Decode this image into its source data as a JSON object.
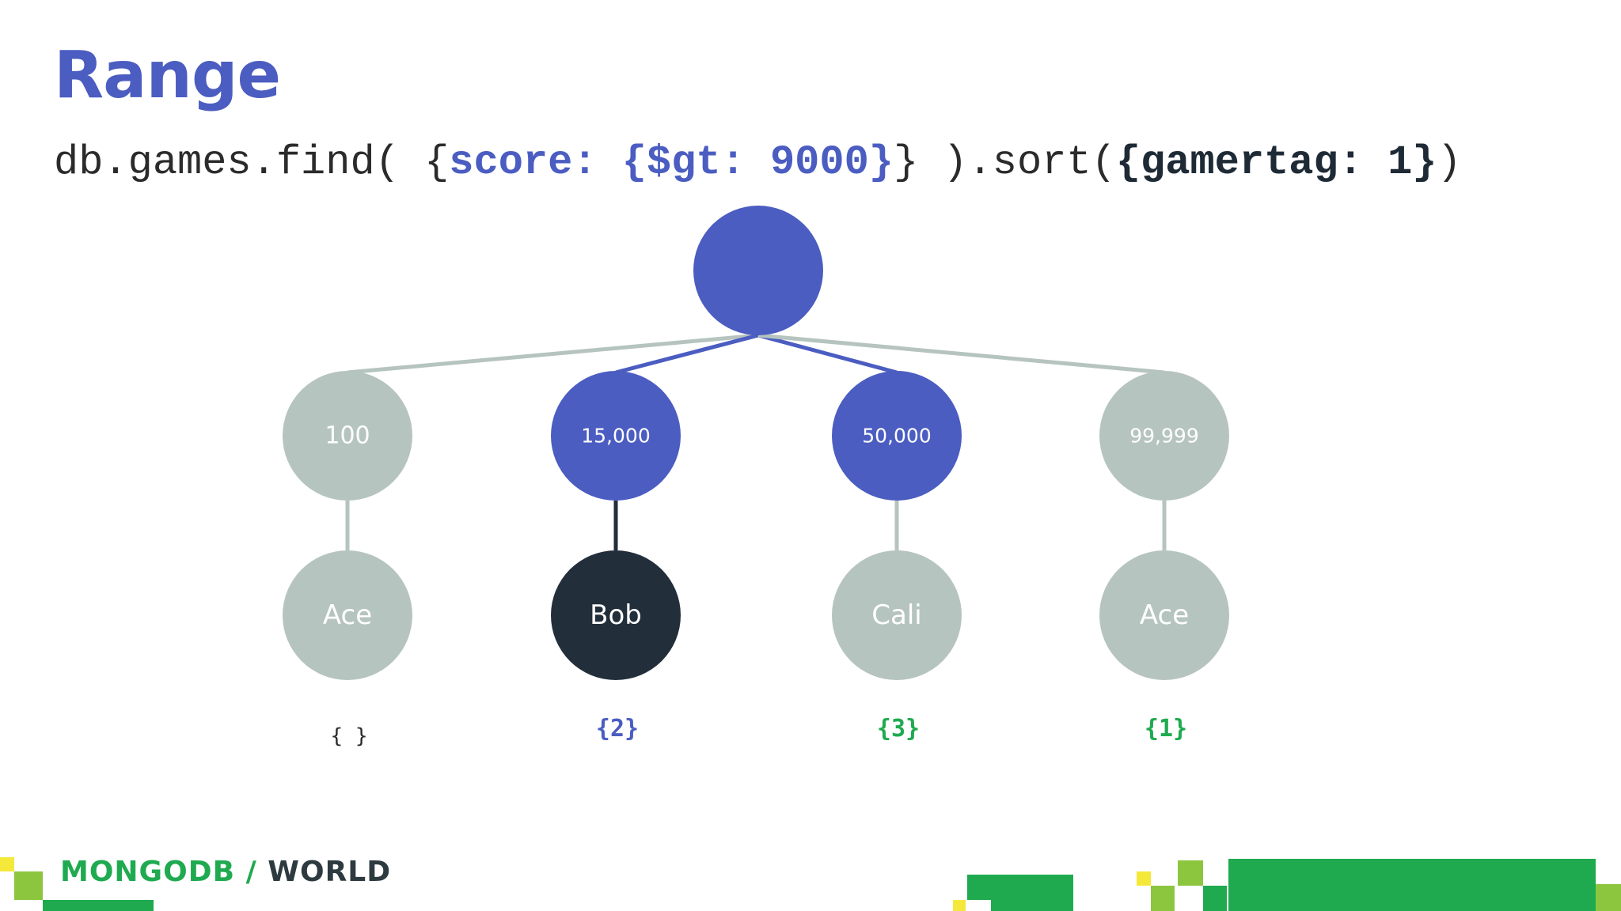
{
  "slide": {
    "title": "Range"
  },
  "query": {
    "prefix": "db.games.find( {",
    "filter": "score: {$gt: 9000}",
    "middle": "} ).sort(",
    "sort": "{gamertag: 1}",
    "suffix": ")"
  },
  "tree": {
    "root": {
      "label": ""
    },
    "score_nodes": [
      {
        "label": "100",
        "state": "inactive"
      },
      {
        "label": "15,000",
        "state": "active"
      },
      {
        "label": "50,000",
        "state": "active"
      },
      {
        "label": "99,999",
        "state": "inactive"
      }
    ],
    "gamertag_nodes": [
      {
        "label": "Ace",
        "state": "inactive"
      },
      {
        "label": "Bob",
        "state": "current"
      },
      {
        "label": "Cali",
        "state": "inactive"
      },
      {
        "label": "Ace",
        "state": "inactive"
      }
    ],
    "results": [
      {
        "label": "{ }",
        "color": "#2b2b2b"
      },
      {
        "label": "{2}",
        "color": "#4b5dc1"
      },
      {
        "label": "{3}",
        "color": "#1faa50"
      },
      {
        "label": "{1}",
        "color": "#1faa50"
      }
    ]
  },
  "colors": {
    "accent_blue": "#4b5dc1",
    "inactive_gray": "#b6c4bf",
    "current_dark": "#222e3a",
    "brand_green": "#1faa50",
    "brand_light_green": "#8cc63f",
    "brand_yellow": "#f4e93a"
  },
  "footer": {
    "logo_left": "MONGODB",
    "logo_sep": " / ",
    "logo_right": "WORLD"
  }
}
